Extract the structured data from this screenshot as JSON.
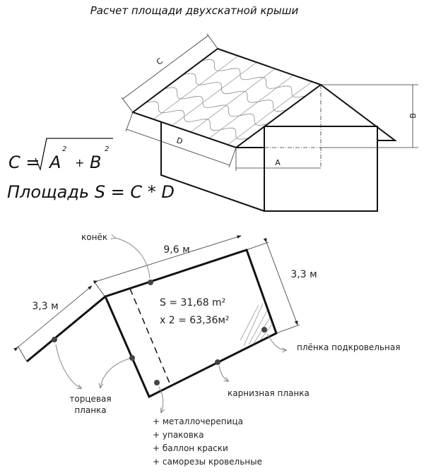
{
  "title": "Расчет площади двухскатной крыши",
  "top_diagram": {
    "labels": {
      "c": "C",
      "d": "D",
      "a": "A",
      "b": "B"
    },
    "formula_c": {
      "left": "C =",
      "radicand_a": "A",
      "radicand_plus": "+",
      "radicand_b": "B",
      "exp": "2"
    },
    "formula_area": "Площадь S = C * D"
  },
  "bottom_diagram": {
    "ridge_length": "9,6 м",
    "slope_length_right": "3,3 м",
    "slope_length_left": "3,3 м",
    "area": "S = 31,68 m²",
    "area_double": "x 2 = 63,36м²",
    "callouts": {
      "ridge": "конёк",
      "membrane": "плёнка подкровельная",
      "eave_strip": "карнизная планка",
      "end_strip_1": "торцевая",
      "end_strip_2": "планка"
    },
    "materials": [
      "+ металлочерепица",
      "+ упаковка",
      "+ баллон краски",
      "+ саморезы кровельные"
    ]
  }
}
